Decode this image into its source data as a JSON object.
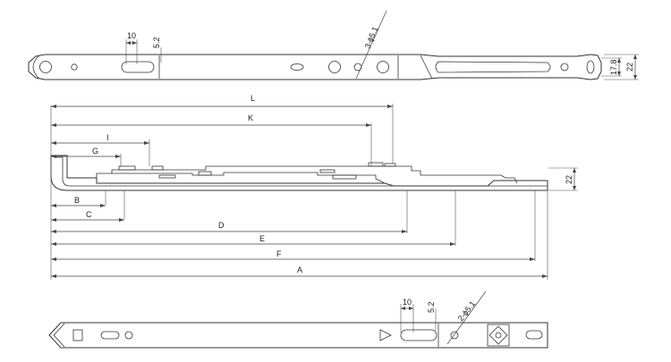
{
  "top_view": {
    "slot_width": "10",
    "slot_offset": "5.2",
    "holes": "3-ϕ5.1",
    "inner_height": "17.8",
    "outer_height": "22"
  },
  "side_view": {
    "labels": {
      "L": "L",
      "K": "K",
      "I": "I",
      "G": "G",
      "B": "B",
      "C": "C",
      "D": "D",
      "E": "E",
      "F": "F",
      "A": "A"
    },
    "height": "22"
  },
  "bottom_view": {
    "slot_width": "10",
    "slot_offset": "5.2",
    "holes": "2-ϕ5.1"
  }
}
